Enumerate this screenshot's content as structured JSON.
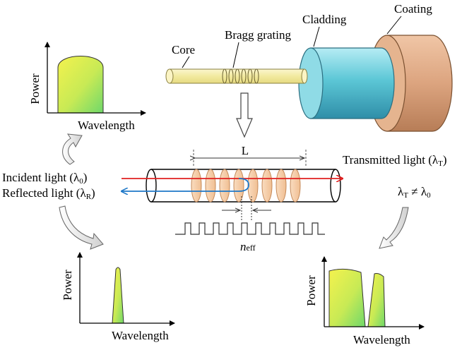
{
  "fiber": {
    "core_label": "Core",
    "grating_label": "Bragg grating",
    "cladding_label": "Cladding",
    "coating_label": "Coating"
  },
  "grating_detail": {
    "length_label": "L",
    "neff_italic": "n",
    "neff_sub": "eff"
  },
  "light": {
    "incident_main": "Incident light (λ",
    "incident_sub": "0",
    "incident_close": ")",
    "reflected_main": "Reflected light (λ",
    "reflected_sub": "R",
    "reflected_close": ")",
    "transmitted_main": "Transmitted light (λ",
    "transmitted_sub": "T",
    "transmitted_close": ")",
    "relation_a": "λ",
    "relation_a_sub": "T",
    "relation_neq": " ≠ λ",
    "relation_b_sub": "0"
  },
  "plots": {
    "incident": {
      "ylabel": "Power",
      "xlabel": "Wavelength"
    },
    "reflected": {
      "ylabel": "Power",
      "xlabel": "Wavelength"
    },
    "transmitted": {
      "ylabel": "Power",
      "xlabel": "Wavelength"
    }
  },
  "colors": {
    "core": "#f7f1b8",
    "cladding": "#5cc7d6",
    "coating": "#dca47f",
    "grating_ring": "#f6cfa8",
    "incident_arrow": "#e02020",
    "reflected_arrow": "#1f78c8",
    "spectrum_top": "#f2f25a",
    "spectrum_bottom": "#7fdc5a"
  }
}
